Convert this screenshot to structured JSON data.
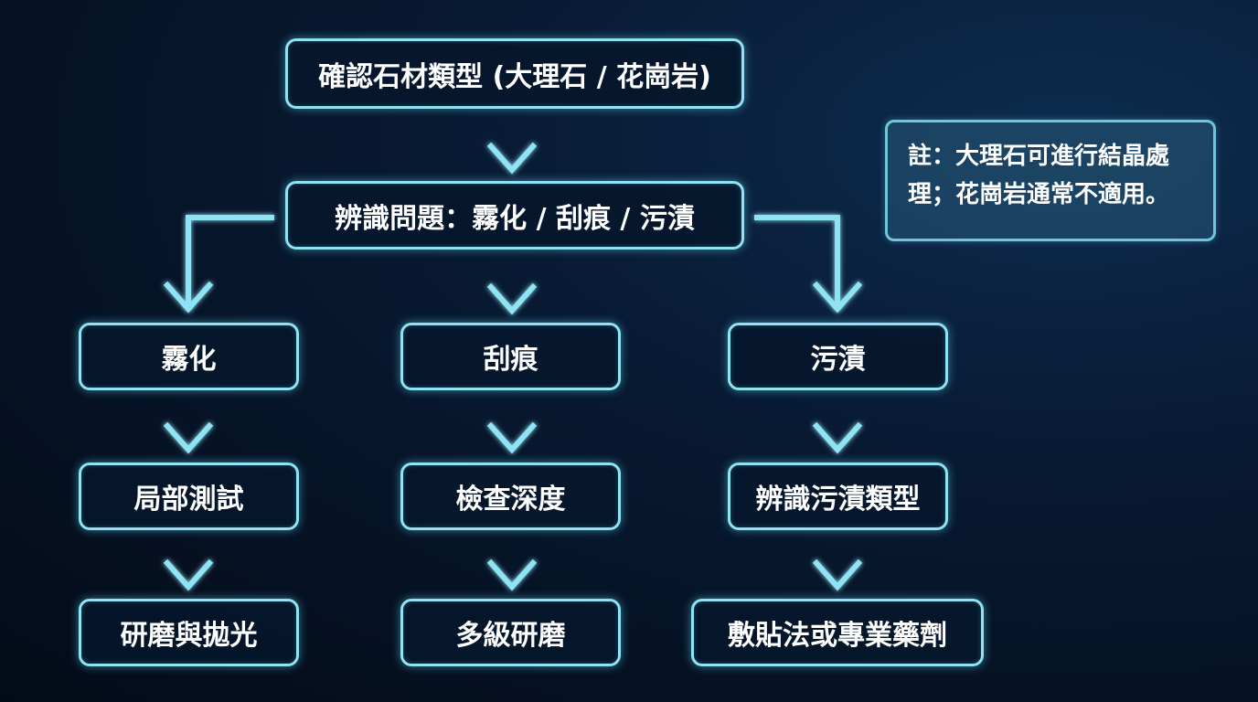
{
  "diagram": {
    "root": "確認石材類型 (大理石 / 花崗岩)",
    "identify": "辨識問題：霧化 / 刮痕 / 污漬",
    "branches": [
      {
        "problem": "霧化",
        "step": "局部測試",
        "solution": "研磨與拋光"
      },
      {
        "problem": "刮痕",
        "step": "檢查深度",
        "solution": "多級研磨"
      },
      {
        "problem": "污漬",
        "step": "辨識污漬類型",
        "solution": "敷貼法或專業藥劑"
      }
    ],
    "note": "註：大理石可進行結晶處理；花崗岩通常不適用。"
  },
  "colors": {
    "accent": "#8fe3f3",
    "background": "#06142a",
    "text": "#ffffff"
  }
}
